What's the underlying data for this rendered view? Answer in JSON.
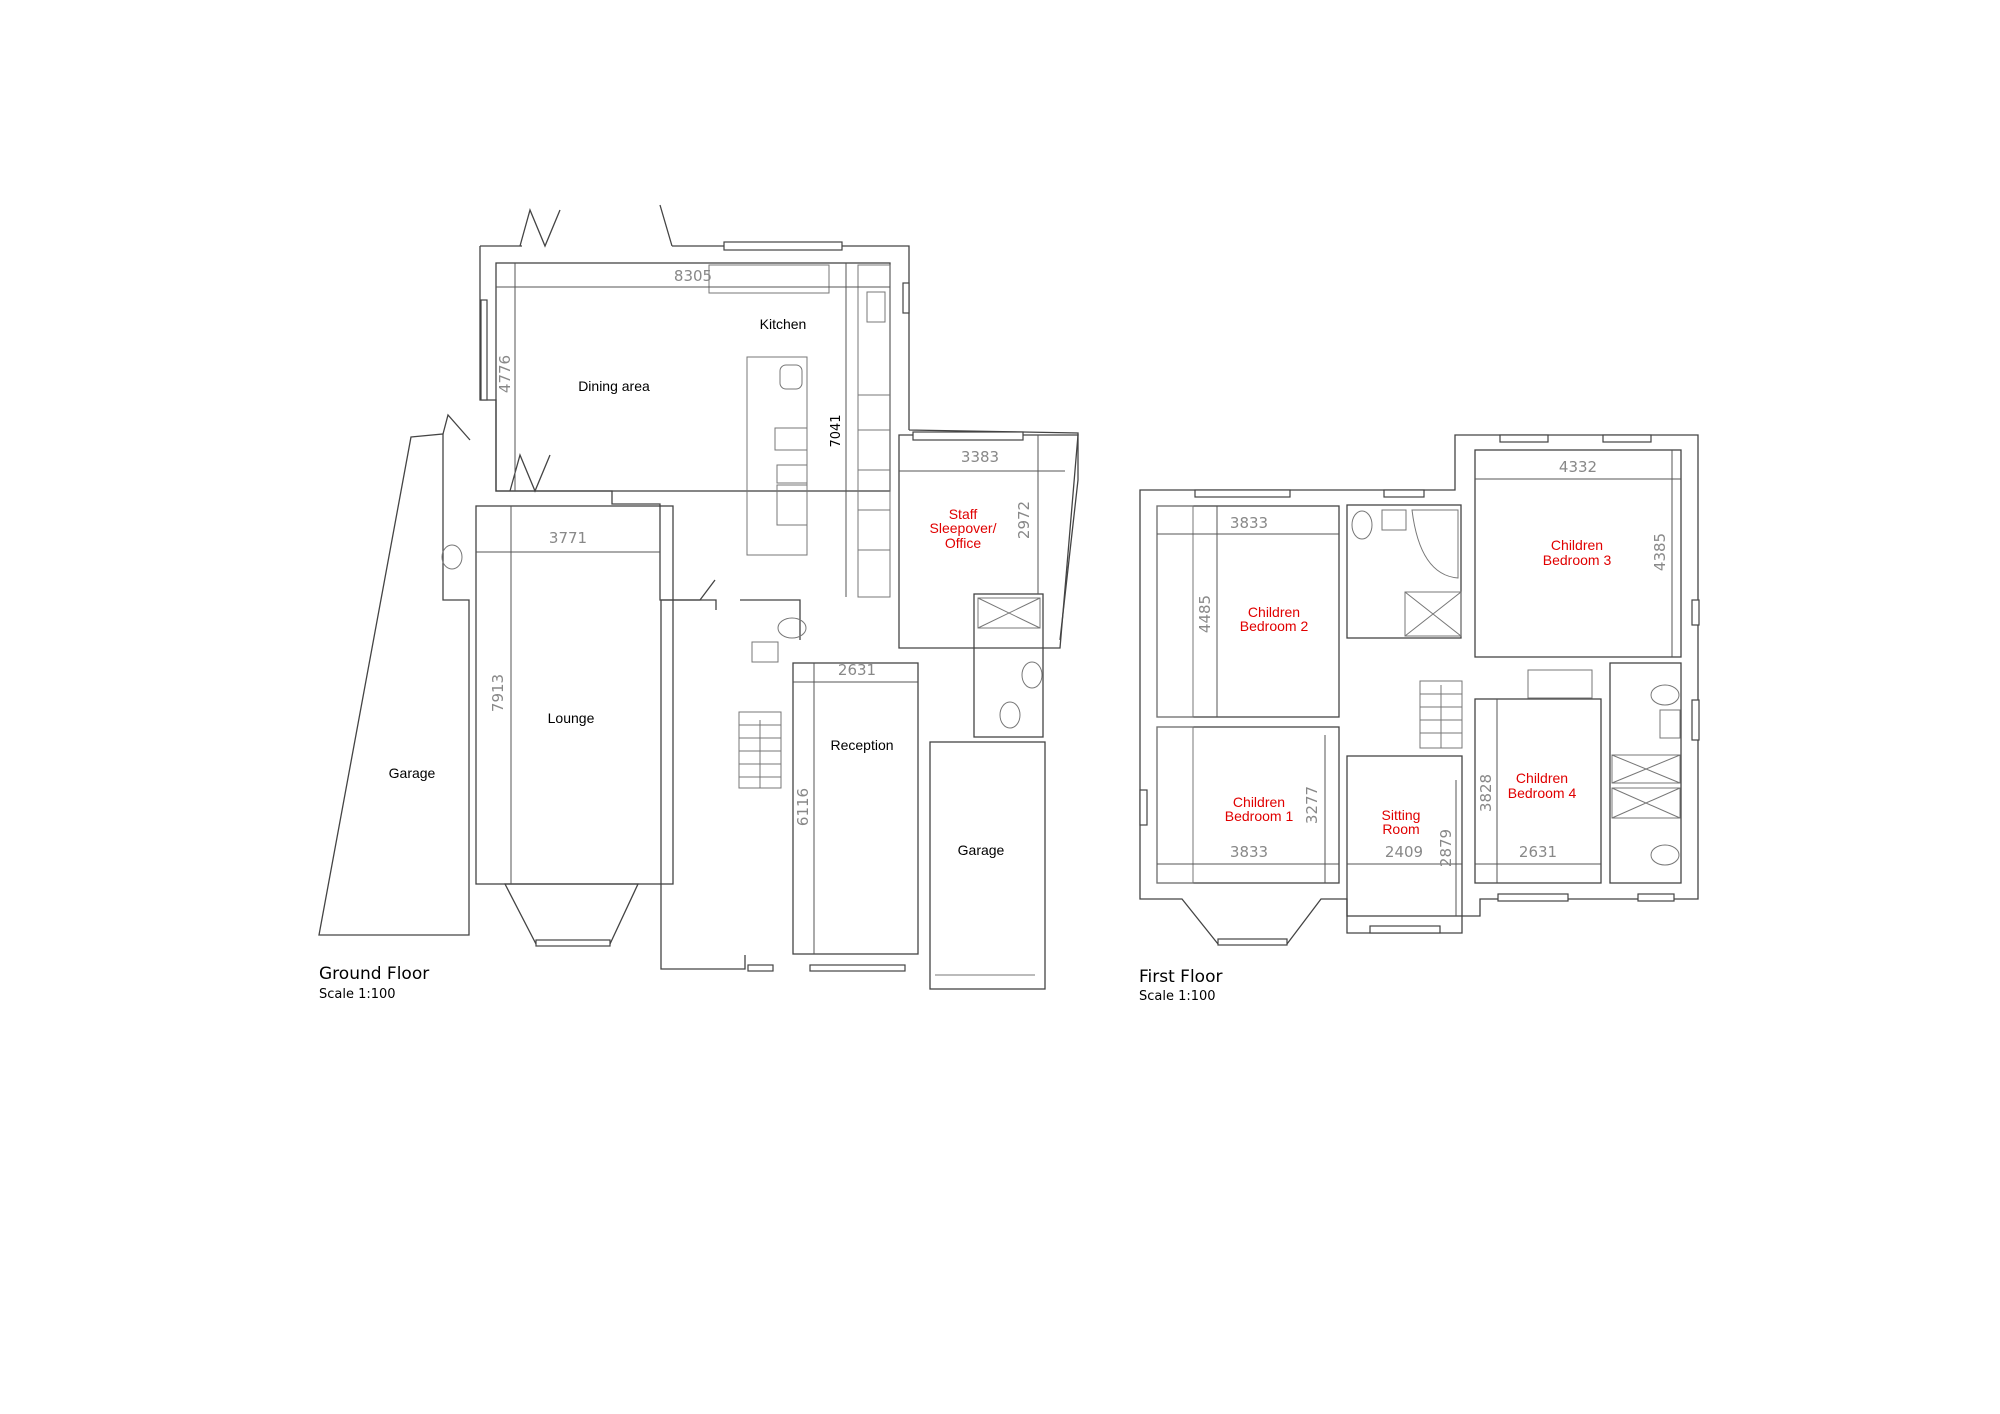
{
  "ground_floor": {
    "title": "Ground Floor",
    "scale": "Scale 1:100",
    "rooms": {
      "kitchen": "Kitchen",
      "dining": "Dining area",
      "lounge": "Lounge",
      "garage_left": "Garage",
      "reception": "Reception",
      "garage_right": "Garage",
      "staff": [
        "Staff",
        "Sleepover/",
        "Office"
      ]
    },
    "dimensions": {
      "kitchen_width": "8305",
      "dining_depth": "4776",
      "kitchen_depth": "7041",
      "lounge_width": "3771",
      "lounge_depth": "7913",
      "reception_depth": "6116",
      "reception_width": "2631",
      "staff_width": "3383",
      "staff_depth": "2972"
    }
  },
  "first_floor": {
    "title": "First Floor",
    "scale": "Scale 1:100",
    "rooms": {
      "bedroom2": [
        "Children",
        "Bedroom 2"
      ],
      "bedroom3": [
        "Children",
        "Bedroom 3"
      ],
      "bedroom1": [
        "Children",
        "Bedroom 1"
      ],
      "sitting": [
        "Sitting",
        "Room"
      ],
      "bedroom4": [
        "Children",
        "Bedroom 4"
      ]
    },
    "dimensions": {
      "bedroom2_width": "3833",
      "bedroom2_depth": "4485",
      "bedroom3_width": "4332",
      "bedroom3_depth": "4385",
      "bedroom1_depth": "3277",
      "bedroom1_width": "3833",
      "sitting_width": "2409",
      "sitting_depth": "2879",
      "bedroom4_depth": "3828",
      "bedroom4_width": "2631"
    }
  },
  "colors": {
    "room_label_red": "#e00000",
    "wall": "#444444",
    "dimension_text": "#888888"
  }
}
